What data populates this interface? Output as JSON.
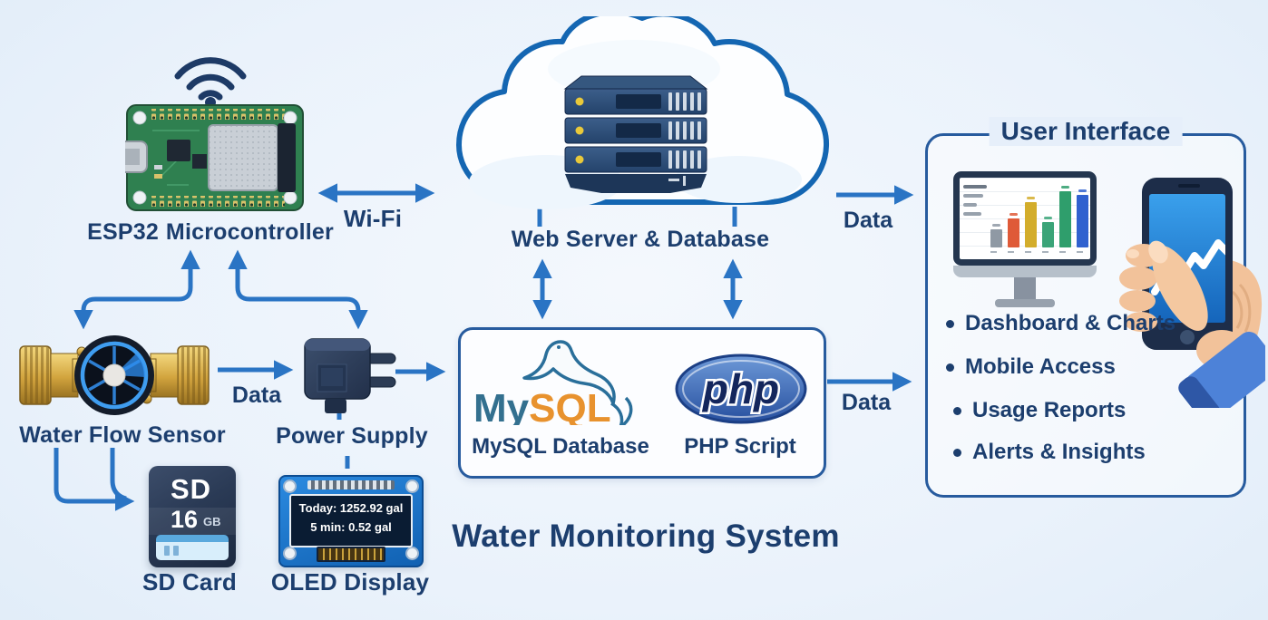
{
  "page_title": "Water Monitoring System",
  "colors": {
    "arrow_blue": "#2a74c4",
    "text_navy": "#1c3e6e",
    "box_border_blue": "#275b9e",
    "mysql_teal": "#33708f",
    "mysql_orange": "#e8922e",
    "php_navy": "#14265c",
    "pcb_green": "#2f8050",
    "brass_gold": "#d9ad49"
  },
  "nodes": {
    "esp32": {
      "name": "ESP32",
      "descriptor": "Microcontroller"
    },
    "wifi_link": {
      "label": "Wi-Fi"
    },
    "cloud": {
      "label": "Web Server & Database"
    },
    "mysql": {
      "logo_my": "My",
      "logo_sql": "SQL",
      "label": "MySQL Database"
    },
    "php": {
      "logo_text": "php",
      "label": "PHP Script"
    },
    "water_sensor": {
      "label": "Water Flow Sensor"
    },
    "power_supply": {
      "label": "Power Supply"
    },
    "sd_card": {
      "label": "SD Card",
      "card_text": "SD",
      "capacity": "16",
      "capacity_unit": "GB"
    },
    "oled": {
      "label": "OLED Display",
      "screen_line1": "Today: 1252.92 gal",
      "screen_line2": "5 min: 0.52 gal"
    }
  },
  "ui_panel": {
    "title": "User Interface",
    "bullets": [
      "Dashboard & Charts",
      "Mobile Access",
      "Usage Reports",
      "Alerts & Insights"
    ]
  },
  "edge_labels": {
    "sensor_to_power": "Data",
    "cloud_to_ui": "Data",
    "backend_to_ui": "Data"
  },
  "icons": [
    "wifi-icon",
    "esp32-board-icon",
    "cloud-icon",
    "server-stack-icon",
    "mysql-dolphin-icon",
    "php-logo-icon",
    "monitor-dashboard-icon",
    "phone-in-hand-icon",
    "water-flow-sensor-icon",
    "power-supply-icon",
    "sd-card-icon",
    "oled-display-icon"
  ]
}
